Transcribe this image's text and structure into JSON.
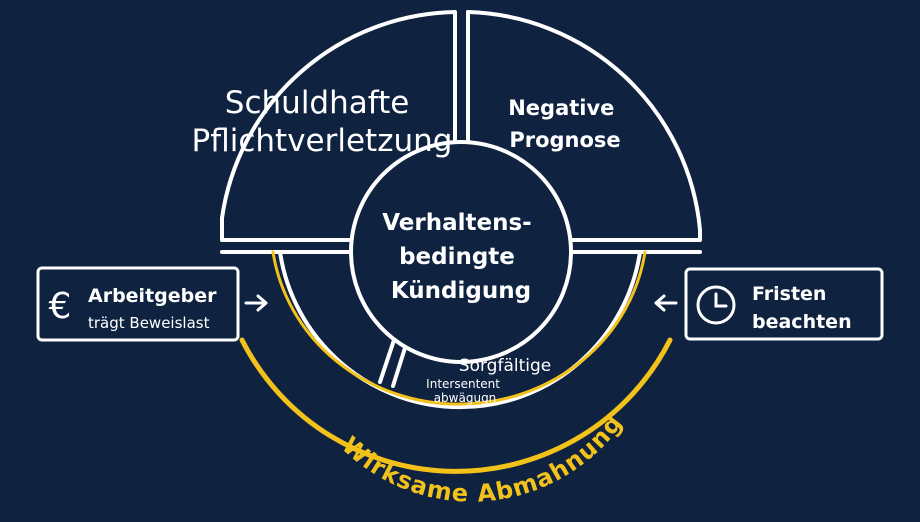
{
  "colors": {
    "background": "#0f2240",
    "line": "#ffffff",
    "accent": "#f2c21b"
  },
  "segments": {
    "top_left": [
      "Schuldhafte",
      "Pflichtverletzung"
    ],
    "top_right": [
      "Negative",
      "Prognose"
    ],
    "bottom": [
      "Sorgfältige"
    ],
    "bottom_small": [
      "Intersentent",
      "abwägugn"
    ]
  },
  "center": [
    "Verhaltens-",
    "bedingte",
    "Kündigung"
  ],
  "arc_label": "Wirksame Abmahnung",
  "left_box": {
    "icon": "euro-icon",
    "symbol": "€",
    "title": "Arbeitgeber",
    "subtitle": "trägt Beweislast"
  },
  "right_box": {
    "icon": "clock-icon",
    "lines": [
      "Fristen",
      "beachten"
    ]
  }
}
